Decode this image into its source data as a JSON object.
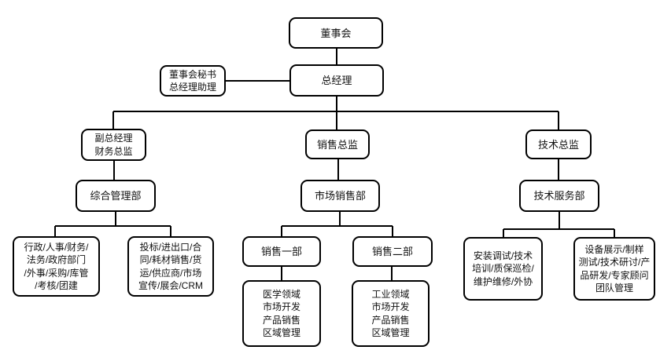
{
  "diagram": {
    "type": "org-chart",
    "colors": {
      "background": "#ffffff",
      "box_border": "#000000",
      "box_fill": "#ffffff",
      "line": "#000000",
      "text": "#111111"
    },
    "nodes": {
      "board": {
        "label": "董事会"
      },
      "general_manager": {
        "label": "总经理"
      },
      "board_secretary": {
        "label": "董事会秘书\n总经理助理"
      },
      "deputy_gm_cfo": {
        "label": "副总经理\n财务总监"
      },
      "sales_director": {
        "label": "销售总监"
      },
      "tech_director": {
        "label": "技术总监"
      },
      "general_admin_dept": {
        "label": "综合管理部"
      },
      "marketing_sales_dept": {
        "label": "市场销售部"
      },
      "tech_service_dept": {
        "label": "技术服务部"
      },
      "admin_functions": {
        "label": "行政/人事/财务/\n法务/政府部门\n/外事/采购/库管\n/考核/团建"
      },
      "bidding_functions": {
        "label": "投标/进出口/合\n同/耗材销售/货\n运/供应商/市场\n宣传/展会/CRM"
      },
      "sales_dept_1": {
        "label": "销售一部"
      },
      "sales_dept_2": {
        "label": "销售二部"
      },
      "sales1_functions": {
        "label": "医学领域\n市场开发\n产品销售\n区域管理"
      },
      "sales2_functions": {
        "label": "工业领域\n市场开发\n产品销售\n区域管理"
      },
      "installation_functions": {
        "label": "安装调试/技术\n培训/质保巡检/\n维护维修/外协"
      },
      "demo_functions": {
        "label": "设备展示/制样\n测试/技术研讨/产\n品研发/专家顾问\n团队管理"
      }
    }
  }
}
